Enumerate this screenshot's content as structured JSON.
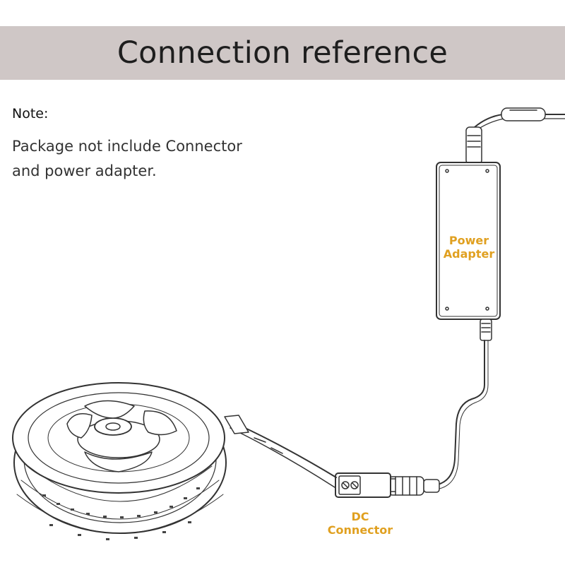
{
  "header": {
    "title": "Connection reference"
  },
  "note": {
    "label": "Note:",
    "line1": "Package not include Connector",
    "line2": "and power adapter."
  },
  "labels": {
    "power_adapter_1": "Power",
    "power_adapter_2": "Adapter",
    "dc_connector_1": "DC",
    "dc_connector_2": "Connector"
  },
  "colors": {
    "banner": "#cfc7c6",
    "label_accent": "#e0a020",
    "line_art": "#333333"
  }
}
